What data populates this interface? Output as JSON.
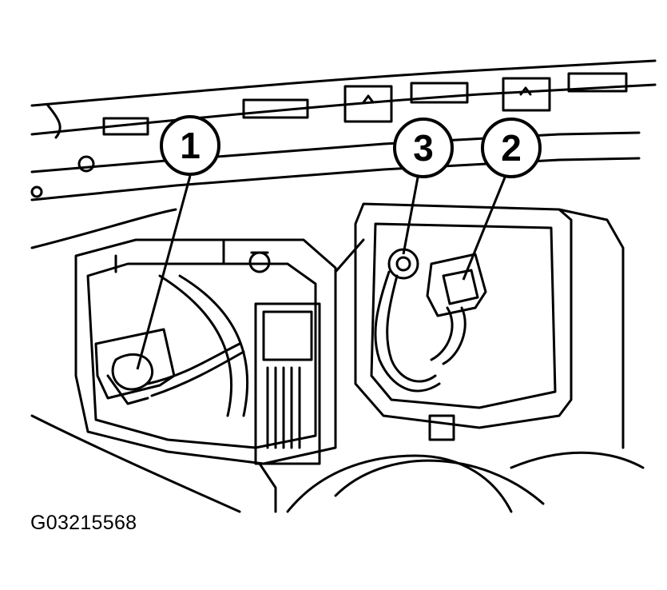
{
  "figure": {
    "code": "G03215568",
    "line_color": "#000000",
    "background_color": "#ffffff"
  },
  "callouts": [
    {
      "id": "1",
      "label": "1"
    },
    {
      "id": "2",
      "label": "2"
    },
    {
      "id": "3",
      "label": "3"
    }
  ]
}
